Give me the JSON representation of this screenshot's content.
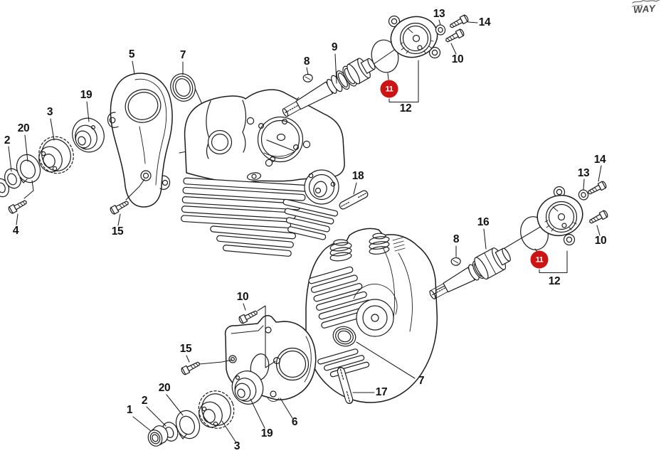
{
  "colors": {
    "background": "#ffffff",
    "line": "#1c1c1c",
    "badge_fill": "#cc1414",
    "badge_text": "#ffffff",
    "label_text": "#111111"
  },
  "watermark": {
    "text": "WAY"
  },
  "badges": {
    "top": {
      "label": "11"
    },
    "bottom": {
      "label": "11"
    }
  },
  "callouts": {
    "top_2": {
      "label": "2"
    },
    "top_20": {
      "label": "20"
    },
    "top_3": {
      "label": "3"
    },
    "top_19": {
      "label": "19"
    },
    "top_5": {
      "label": "5"
    },
    "top_7": {
      "label": "7"
    },
    "top_4": {
      "label": "4"
    },
    "top_15": {
      "label": "15"
    },
    "top_8": {
      "label": "8"
    },
    "top_9": {
      "label": "9"
    },
    "top_13": {
      "label": "13"
    },
    "top_14": {
      "label": "14"
    },
    "top_10": {
      "label": "10"
    },
    "top_12": {
      "label": "12"
    },
    "top_18": {
      "label": "18"
    },
    "right_16": {
      "label": "16"
    },
    "right_8": {
      "label": "8"
    },
    "right_13": {
      "label": "13"
    },
    "right_14": {
      "label": "14"
    },
    "right_10": {
      "label": "10"
    },
    "right_12": {
      "label": "12"
    },
    "bottom_10": {
      "label": "10"
    },
    "bottom_15": {
      "label": "15"
    },
    "bottom_20": {
      "label": "20"
    },
    "bottom_2": {
      "label": "2"
    },
    "bottom_1": {
      "label": "1"
    },
    "bottom_19": {
      "label": "19"
    },
    "bottom_3": {
      "label": "3"
    },
    "bottom_6": {
      "label": "6"
    },
    "bottom_7": {
      "label": "7"
    },
    "bottom_17": {
      "label": "17"
    }
  }
}
